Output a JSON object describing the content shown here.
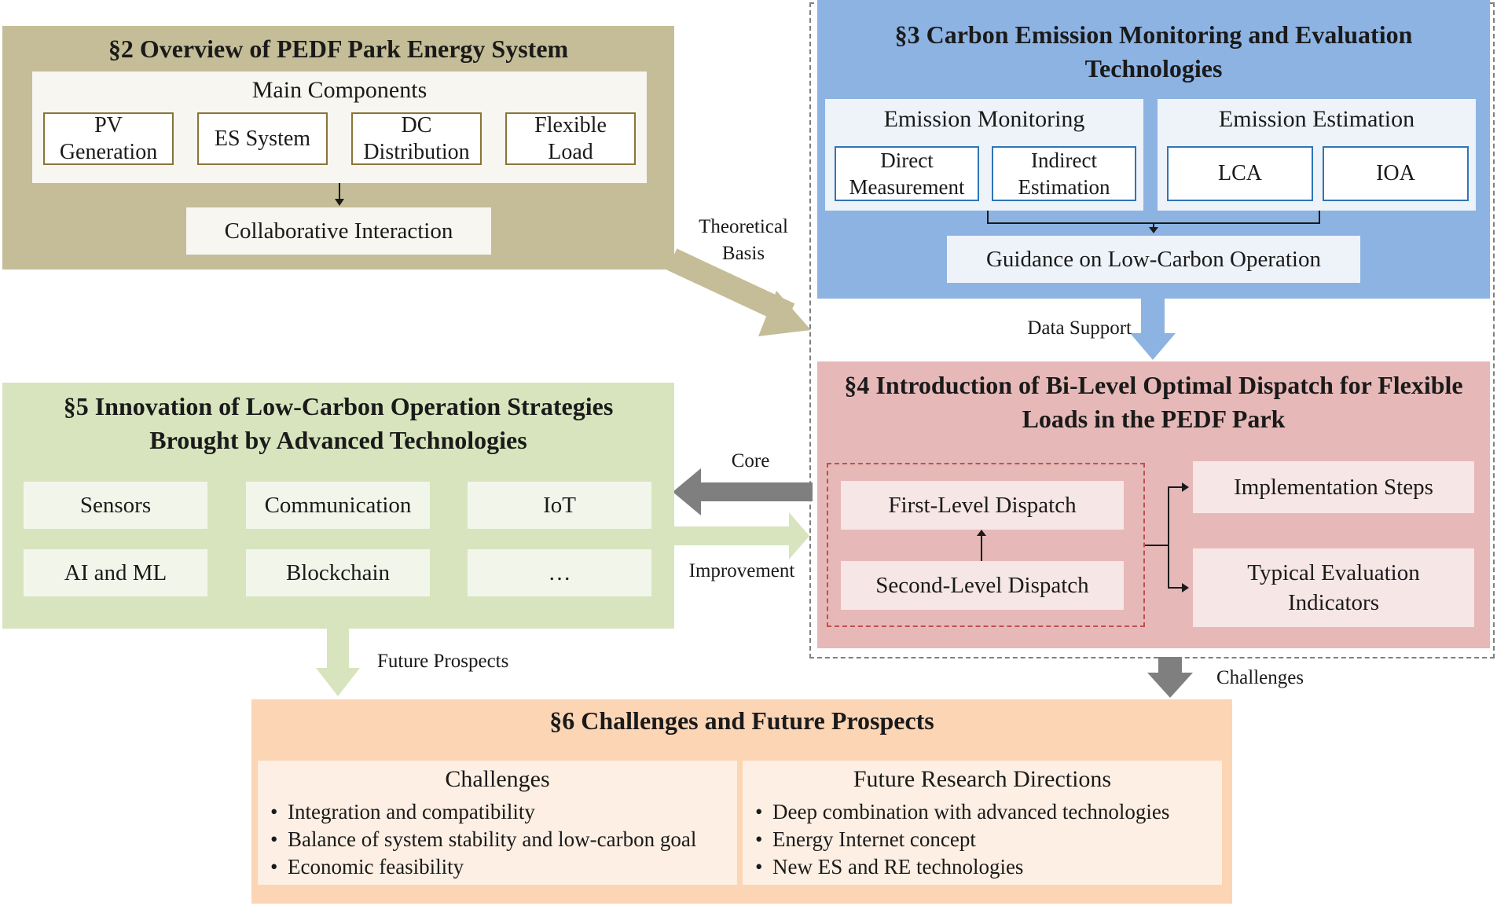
{
  "s2": {
    "title": "§2 Overview of PEDF Park Energy System",
    "subtitle": "Main Components",
    "components": [
      "PV Generation",
      "ES System",
      "DC Distribution",
      "Flexible Load"
    ],
    "interaction": "Collaborative Interaction"
  },
  "s3": {
    "title": "§3 Carbon Emission Monitoring and Evaluation Technologies",
    "monitoring": {
      "title": "Emission Monitoring",
      "items": [
        "Direct Measurement",
        "Indirect Estimation"
      ]
    },
    "estimation": {
      "title": "Emission Estimation",
      "items": [
        "LCA",
        "IOA"
      ]
    },
    "guidance": "Guidance on Low-Carbon Operation"
  },
  "s4": {
    "title": "§4 Introduction of Bi-Level Optimal Dispatch for Flexible Loads in the PEDF Park",
    "first_level": "First-Level Dispatch",
    "second_level": "Second-Level Dispatch",
    "implementation": "Implementation Steps",
    "indicators": "Typical Evaluation Indicators"
  },
  "s5": {
    "title": "§5 Innovation of Low-Carbon Operation Strategies Brought by Advanced Technologies",
    "items": [
      "Sensors",
      "Communication",
      "IoT",
      "AI and ML",
      "Blockchain",
      "…"
    ]
  },
  "s6": {
    "title": "§6 Challenges and Future Prospects",
    "challenges": {
      "title": "Challenges",
      "items": [
        "Integration and compatibility",
        "Balance of system stability and low-carbon goal",
        "Economic feasibility"
      ]
    },
    "future": {
      "title": "Future Research Directions",
      "items": [
        "Deep combination with advanced technologies",
        "Energy Internet concept",
        "New ES and RE technologies"
      ]
    }
  },
  "arrows": {
    "theoretical_basis": "Theoretical Basis",
    "data_support": "Data Support",
    "core": "Core",
    "improvement": "Improvement",
    "future_prospects": "Future Prospects",
    "challenges": "Challenges"
  },
  "colors": {
    "s2_panel": "#c4bd97",
    "s2_box_border": "#8a7538",
    "s2_inner": "#f7f6f0",
    "s3_panel": "#8db3e2",
    "s3_box_border": "#2e75b6",
    "s3_inner": "#eef3fa",
    "s4_panel": "#e6b9b8",
    "s4_inner": "#f6e6e6",
    "s4_dash": "#c0504d",
    "s5_panel": "#d7e4bd",
    "s5_inner": "#f2f6ea",
    "s6_panel": "#fcd5b5",
    "s6_inner": "#fdefe3",
    "arrow_olive": "#c4bd97",
    "arrow_blue": "#8db3e2",
    "arrow_gray": "#7f7f7f",
    "arrow_green": "#d7e4bd"
  }
}
